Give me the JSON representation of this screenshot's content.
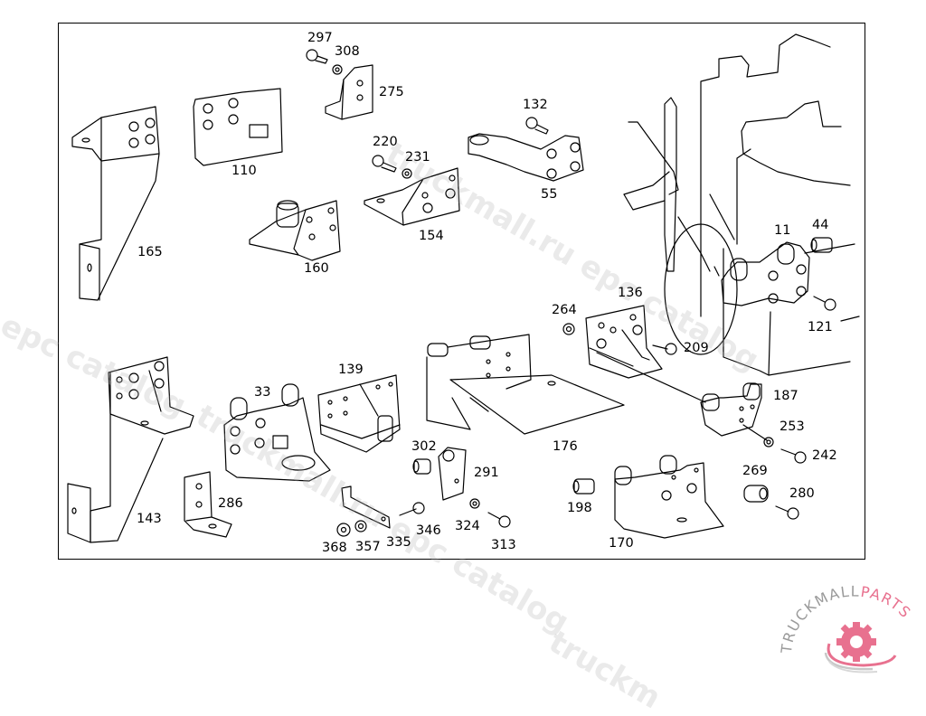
{
  "diagram": {
    "type": "exploded parts diagram",
    "subject": "engine mounting brackets",
    "part_labels": [
      {
        "id": "297",
        "text": "297"
      },
      {
        "id": "308",
        "text": "308"
      },
      {
        "id": "275",
        "text": "275"
      },
      {
        "id": "110",
        "text": "110"
      },
      {
        "id": "165",
        "text": "165"
      },
      {
        "id": "220",
        "text": "220"
      },
      {
        "id": "231",
        "text": "231"
      },
      {
        "id": "132",
        "text": "132"
      },
      {
        "id": "55",
        "text": "55"
      },
      {
        "id": "154",
        "text": "154"
      },
      {
        "id": "160",
        "text": "160"
      },
      {
        "id": "11",
        "text": "11"
      },
      {
        "id": "44",
        "text": "44"
      },
      {
        "id": "121",
        "text": "121"
      },
      {
        "id": "264",
        "text": "264"
      },
      {
        "id": "136",
        "text": "136"
      },
      {
        "id": "209",
        "text": "209"
      },
      {
        "id": "139",
        "text": "139"
      },
      {
        "id": "33",
        "text": "33"
      },
      {
        "id": "187",
        "text": "187"
      },
      {
        "id": "253",
        "text": "253"
      },
      {
        "id": "242",
        "text": "242"
      },
      {
        "id": "302",
        "text": "302"
      },
      {
        "id": "291",
        "text": "291"
      },
      {
        "id": "176",
        "text": "176"
      },
      {
        "id": "269",
        "text": "269"
      },
      {
        "id": "280",
        "text": "280"
      },
      {
        "id": "143",
        "text": "143"
      },
      {
        "id": "286",
        "text": "286"
      },
      {
        "id": "198",
        "text": "198"
      },
      {
        "id": "170",
        "text": "170"
      },
      {
        "id": "346",
        "text": "346"
      },
      {
        "id": "324",
        "text": "324"
      },
      {
        "id": "368",
        "text": "368"
      },
      {
        "id": "357",
        "text": "357"
      },
      {
        "id": "335",
        "text": "335"
      },
      {
        "id": "313",
        "text": "313"
      }
    ]
  },
  "watermark": {
    "text_1": "truckmall.ru epc catalog",
    "text_2": "l epc catalog",
    "text_3": "truckmall.ru epc catalog",
    "text_4": "truckm"
  },
  "logo": {
    "brand_part_1": "TRUCKMALL",
    "brand_part_2": "PARTS",
    "colors": {
      "gray": "#9a9a9a",
      "pink": "#e8718f"
    }
  }
}
